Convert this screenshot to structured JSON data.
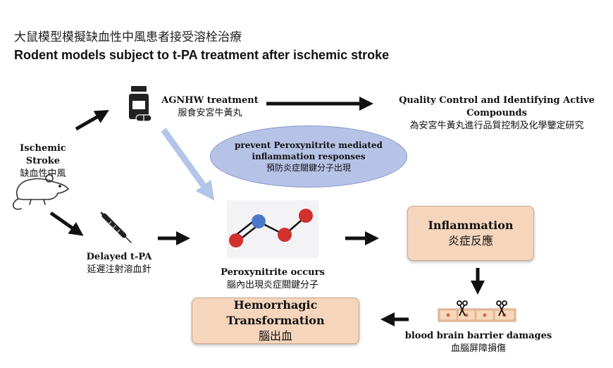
{
  "header": {
    "title_zh": "大鼠模型模擬缺血性中風患者接受溶栓治療",
    "title_en": "Rodent models subject to t-PA treatment after ischemic stroke"
  },
  "nodes": {
    "ischemic_stroke": {
      "en": "Ischemic Stroke",
      "zh": "缺血性中風",
      "icon": "rat-icon"
    },
    "agnhw": {
      "en": "AGNHW treatment",
      "zh": "服食安宮牛黃丸",
      "icon": "pill-bottle-icon"
    },
    "quality_control": {
      "en": "Quality Control and Identifying Active Compounds",
      "zh": "為安宮牛黃丸進行品質控制及化學鑒定研究"
    },
    "prevent": {
      "line1": "prevent Peroxynitrite mediated",
      "line2": "inflammation responses",
      "zh": "預防炎症關鍵分子出現"
    },
    "delayed_tpa": {
      "en": "Delayed t-PA",
      "zh": "延遲注射溶血針",
      "icon": "syringe-icon"
    },
    "peroxynitrite": {
      "en": "Peroxynitrite occurs",
      "zh": "腦內出現炎症關鍵分子",
      "icon": "molecule-icon"
    },
    "inflammation": {
      "en": "Inflammation",
      "zh": "炎症反應"
    },
    "bbb": {
      "en": "blood brain barrier damages",
      "zh": "血腦屏障損傷",
      "icon": "scissors-icon"
    },
    "hemorrhagic": {
      "en": "Hemorrhagic Transformation",
      "zh": "腦出血"
    }
  },
  "colors": {
    "box_fill": "#f5d5bc",
    "ellipse_fill": "#b6c3e6",
    "light_arrow": "#b4c6e7",
    "arrow": "#111111",
    "oxygen": "#d0312d",
    "nitrogen": "#4a78c8"
  }
}
